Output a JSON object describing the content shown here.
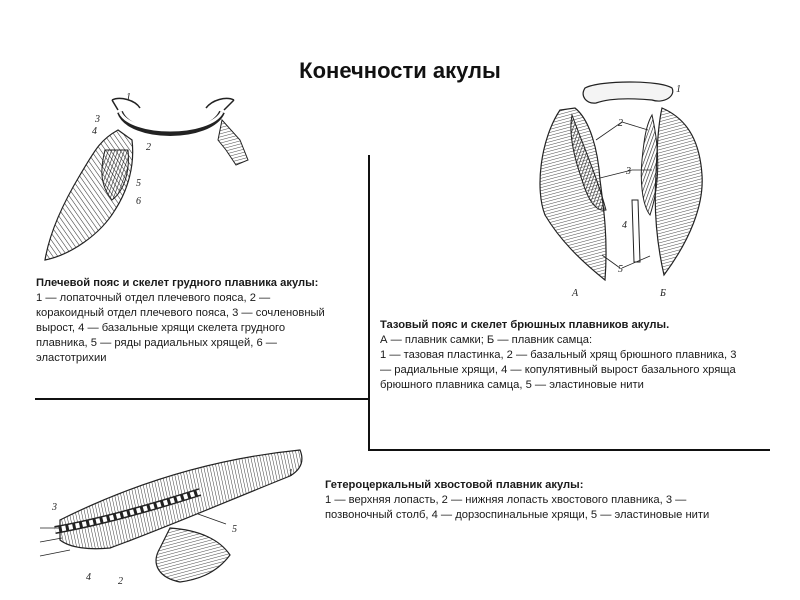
{
  "title": "Конечности акулы",
  "shoulder": {
    "heading": "Плечевой пояс и скелет грудного плавника акулы:",
    "text": "1 — лопаточный отдел плечевого пояса, 2 — коракоидный отдел плечевого пояса,  3 — сочленовный вырост, 4 — базальные хрящи скелета грудного плавника,  5 — ряды радиальных хрящей, 6 — эластотрихии",
    "labels": [
      "1",
      "2",
      "3",
      "4",
      "5",
      "6"
    ]
  },
  "pelvic": {
    "heading": " Тазовый пояс и скелет брюшных плавников акулы.",
    "text": "А — плавник самки; Б — плавник самца:\n1 — тазовая пластинка, 2 — базальный хрящ брюшного плавника, 3 — радиальные хрящи,  4 — копулятивный вырост базального хряща брюшного плавника самца,  5 — эластиновые нити",
    "labels": [
      "1",
      "2",
      "3",
      "4",
      "5",
      "А",
      "Б"
    ]
  },
  "caudal": {
    "heading": "Гетероцеркальный хвостовой плавник акулы:",
    "text": "1 — верхняя лопасть, 2 — нижняя лопасть хвостового плавника, 3 — позвоночный   столб, 4 — дорзоспинальные хрящи,  5 — эластиновые нити",
    "labels": [
      "1",
      "2",
      "3",
      "4",
      "5"
    ]
  }
}
